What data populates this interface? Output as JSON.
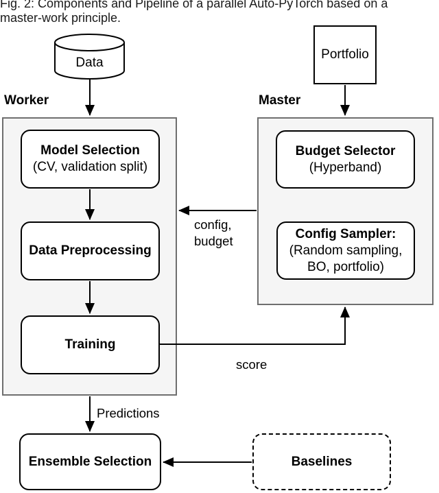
{
  "caption": {
    "line1": "Fig. 2: Components and Pipeline of a parallel Auto-PyTorch based on a",
    "line2": "master-work principle."
  },
  "groups": {
    "worker": {
      "label": "Worker"
    },
    "master": {
      "label": "Master"
    }
  },
  "nodes": {
    "data": {
      "label": "Data"
    },
    "portfolio": {
      "label": "Portfolio"
    },
    "model_selection": {
      "title": "Model Selection",
      "subtitle": "(CV, validation split)"
    },
    "data_preprocessing": {
      "title": "Data Preprocessing"
    },
    "training": {
      "title": "Training"
    },
    "budget_selector": {
      "title": "Budget Selector",
      "subtitle": "(Hyperband)"
    },
    "config_sampler": {
      "title": "Config Sampler:",
      "subtitle1": "(Random sampling,",
      "subtitle2": "BO, portfolio)"
    },
    "ensemble_selection": {
      "title": "Ensemble Selection"
    },
    "baselines": {
      "title": "Baselines"
    }
  },
  "edges": {
    "config_budget": {
      "line1": "config,",
      "line2": "budget"
    },
    "score": {
      "label": "score"
    },
    "predictions": {
      "label": "Predictions"
    }
  },
  "colors": {
    "container_fill": "#f5f5f5",
    "container_border": "#6e6e6e",
    "box_border": "#000000",
    "box_fill": "#ffffff",
    "text": "#000000"
  }
}
